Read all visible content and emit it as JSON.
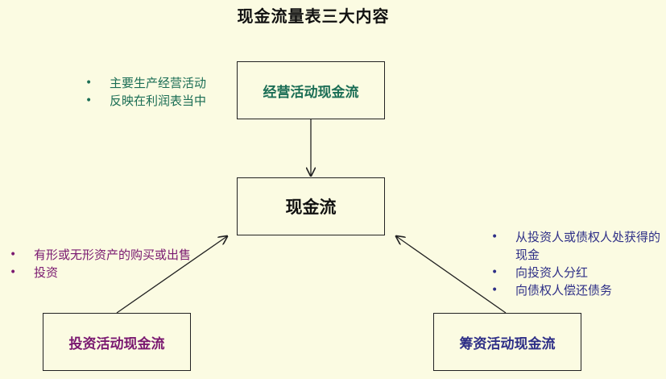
{
  "title": "现金流量表三大内容",
  "colors": {
    "background": "#fbfbe2",
    "operating": "#1b6e55",
    "investing": "#7a1870",
    "financing": "#2e2f87"
  },
  "boxes": {
    "operating": "经营活动现金流",
    "center": "现金流",
    "investing": "投资活动现金流",
    "financing": "筹资活动现金流"
  },
  "notes": {
    "operating": [
      "主要生产经营活动",
      "反映在利润表当中"
    ],
    "investing": [
      "有形或无形资产的购买或出售",
      "投资"
    ],
    "financing": [
      "从投资人或债权人处获得的现金",
      "向投资人分红",
      "向债权人偿还债务"
    ]
  }
}
